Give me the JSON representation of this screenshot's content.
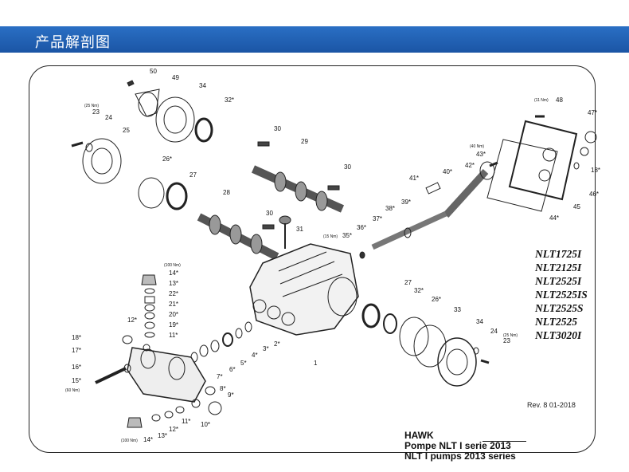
{
  "header": {
    "title": "产品解剖图"
  },
  "drawing": {
    "models": [
      "NLT1725I",
      "NLT2125I",
      "NLT2525I",
      "NLT2525IS",
      "NLT2525S",
      "NLT2525",
      "NLT3020I"
    ],
    "revision": "Rev. 8 01-2018",
    "title_lines": [
      "HAWK",
      "Pompe NLT I serie 2013",
      "NLT I pumps 2013 series"
    ],
    "torques": [
      "(25 Nm)",
      "(11 Nm)",
      "(40 Nm)",
      "(15 Nm)",
      "(100 Nm)",
      "(60 Nm)",
      "(100 Nm)",
      "(25 Nm)"
    ],
    "labels": [
      "50",
      "49",
      "34",
      "32*",
      "23",
      "24",
      "25",
      "30",
      "29",
      "48",
      "47*",
      "43*",
      "42*",
      "18*",
      "46*",
      "26*",
      "27",
      "30",
      "41*",
      "40*",
      "45",
      "44*",
      "28",
      "30",
      "31",
      "39*",
      "38*",
      "37*",
      "36*",
      "35*",
      "14*",
      "13*",
      "22*",
      "21*",
      "20*",
      "19*",
      "11*",
      "12*",
      "27",
      "32*",
      "26*",
      "33",
      "34",
      "24",
      "23",
      "18*",
      "17*",
      "16*",
      "15*",
      "7*",
      "6*",
      "5*",
      "4*",
      "3*",
      "2*",
      "1",
      "8*",
      "9*",
      "10*",
      "11*",
      "12*",
      "13*",
      "14*"
    ]
  },
  "colors": {
    "banner": "#1f5fb5",
    "line": "#222222"
  }
}
